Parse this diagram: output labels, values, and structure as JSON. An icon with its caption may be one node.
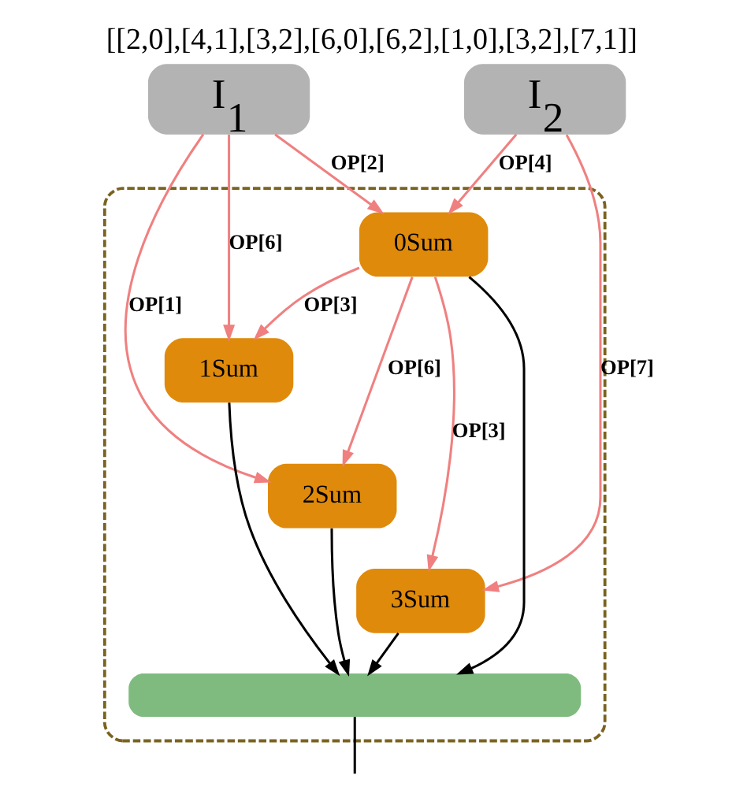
{
  "diagram": {
    "title": "[[2,0],[4,1],[3,2],[6,0],[6,2],[1,0],[3,2],[7,1]]",
    "nodes": [
      {
        "text": [
          "I$_{1}$"
        ]
      },
      {
        "text": [
          "I$_{2}$"
        ]
      },
      {
        "text": [],
        "shape": "box"
      },
      {
        "text": [
          "0Sum"
        ],
        "in": 2
      },
      {
        "text": [
          "1Sum"
        ],
        "in": 2
      },
      {
        "text": [
          "2Sum"
        ],
        "in": 2
      },
      {
        "text": [
          "3Sum"
        ],
        "in": 2
      },
      {
        "text": [],
        "shape": "bar",
        "in": 2
      }
    ],
    "edges": [
      {
        "from": 0,
        "to": 3,
        "arrow": "to",
        "label": "OP[2]"
      },
      {
        "from": 1,
        "to": 3,
        "arrow": "to",
        "label": "OP[4]"
      },
      {
        "from": 0,
        "to": 4,
        "arrow": "to",
        "label": "OP[6]"
      },
      {
        "from": 0,
        "to": 5,
        "arrow": "to",
        "label": "OP[1]"
      },
      {
        "from": 1,
        "to": 6,
        "arrow": "to",
        "label": "OP[7]"
      },
      {
        "from": 3,
        "to": 4,
        "arrow": "to",
        "label": "OP[3]"
      },
      {
        "from": 3,
        "to": 5,
        "arrow": "to",
        "label": "OP[6]"
      },
      {
        "from": 3,
        "to": 6,
        "arrow": "to",
        "label": "OP[3]"
      },
      {
        "from": 3,
        "to": 7,
        "arrow": "to",
        "color": "#000000"
      },
      {
        "from": 4,
        "to": 7,
        "arrow": "to",
        "color": "#000000"
      },
      {
        "from": 5,
        "to": 7,
        "arrow": "to",
        "color": "#000000"
      },
      {
        "from": 6,
        "to": 7,
        "arrow": "to",
        "color": "#000000"
      },
      {
        "from": 7,
        "to": null,
        "arrow": "none",
        "color": "#000000"
      }
    ]
  }
}
